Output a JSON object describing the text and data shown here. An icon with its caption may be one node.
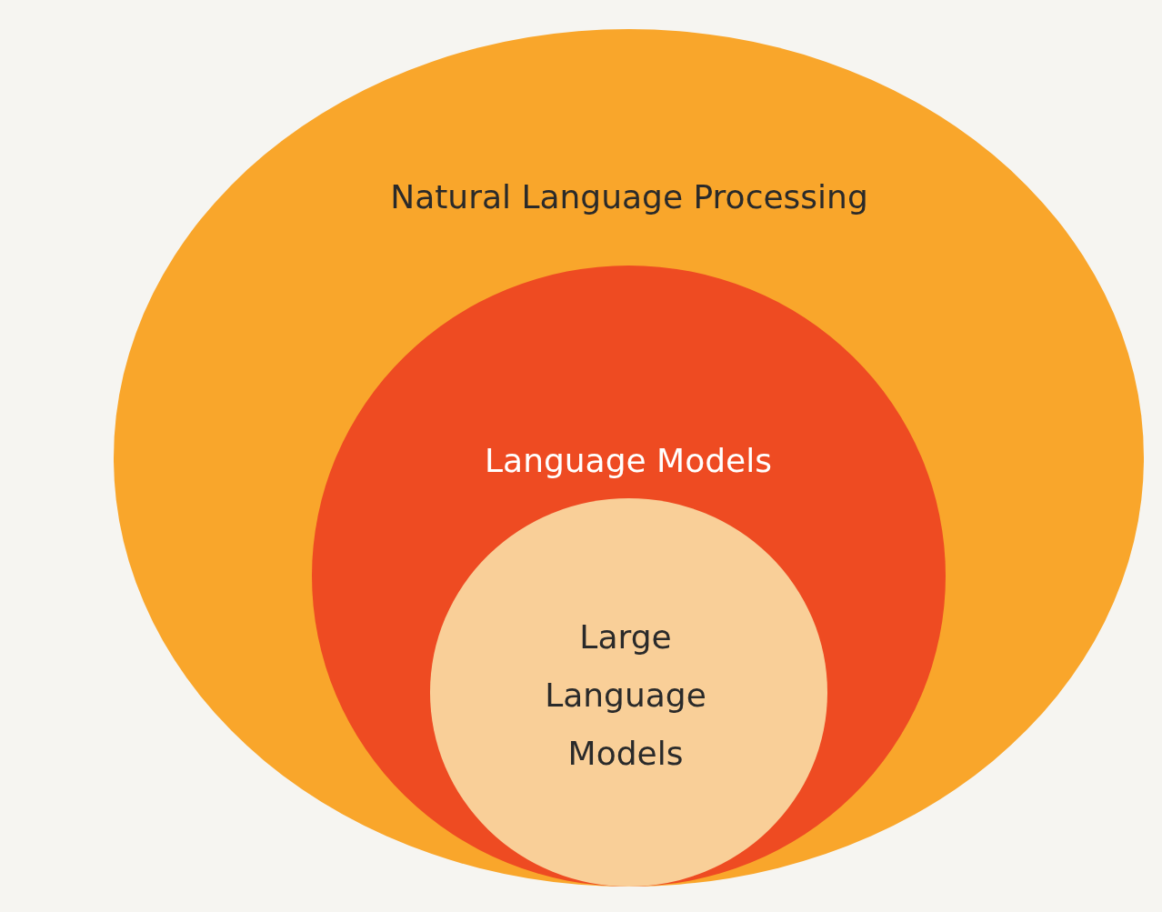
{
  "diagram": {
    "nodes": [
      {
        "text": [
          "Natural Language Processing"
        ]
      },
      {
        "text": [
          "Language Models"
        ],
        "in": 0
      },
      {
        "text": [
          "Large Language Models"
        ],
        "in": 1
      }
    ]
  }
}
